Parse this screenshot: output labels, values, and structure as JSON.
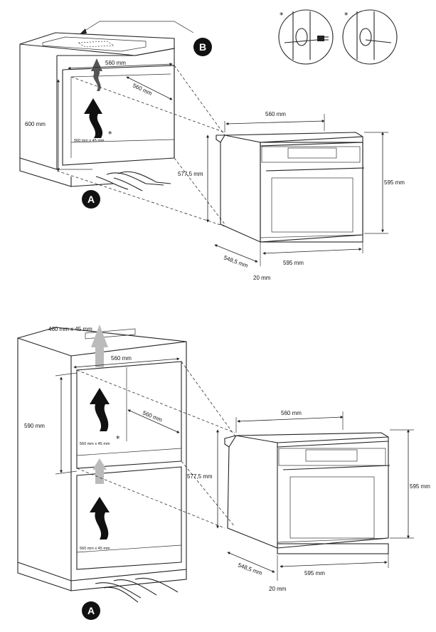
{
  "top": {
    "cabinet_height": "600 mm",
    "cabinet_width": "560 mm",
    "cabinet_depth": "560 mm",
    "vent_opening": "560 mm x 45 mm",
    "oven_width_top": "560 mm",
    "oven_height_inner": "577,5 mm",
    "oven_height": "595 mm",
    "oven_depth": "548,5 mm",
    "oven_width_bottom": "595 mm",
    "door_offset": "20 mm",
    "badge_a": "A",
    "badge_b": "B",
    "star": "*"
  },
  "bottom": {
    "top_vent": "460 mm x 45 mm",
    "cabinet_width": "560 mm",
    "cabinet_depth": "560 mm",
    "niche_height": "590 mm",
    "vent_opening_upper": "560 mm x 45 mm",
    "vent_opening_lower": "560 mm x 45 mm",
    "oven_width_top": "560 mm",
    "oven_height_inner": "577,5 mm",
    "oven_height": "595 mm",
    "oven_depth": "548,5 mm",
    "oven_width_bottom": "595 mm",
    "door_offset": "20 mm",
    "badge_a": "A",
    "star": "*"
  }
}
